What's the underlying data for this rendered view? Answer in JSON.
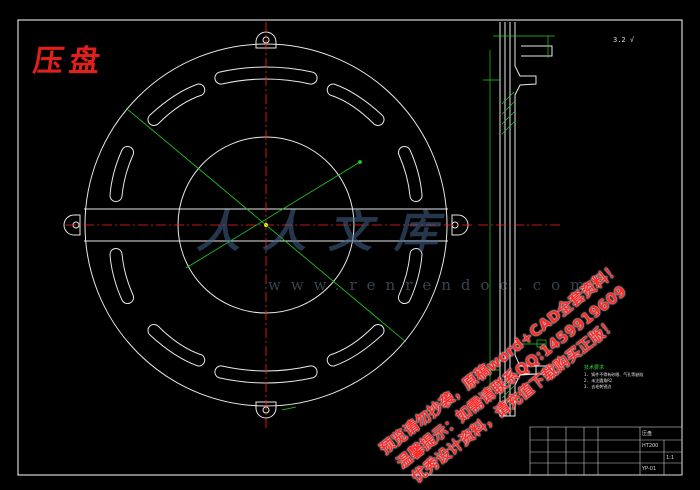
{
  "drawing": {
    "title": "压盘",
    "watermark_site": "www.renrendoc.com",
    "watermark_brand": "人人文库",
    "promo_lines": [
      "预览请勿抄袭，原稿word+CAD全套资料！",
      "温馨提示：如需请联系QQ:1459919609",
      "优秀设计资料，请充值下载购买正版！"
    ],
    "tech_notes": {
      "heading": "技术要求",
      "lines": [
        "1. 铸件不得有砂眼、气孔等缺陷",
        "2. 未注圆角R2",
        "3. 去毛刺锐边"
      ]
    },
    "title_block": {
      "part_name": "压盘",
      "material": "HT200",
      "scale": "1:1",
      "drawing_no": "YP-01"
    },
    "roughness_mark": "3.2 √"
  },
  "colors": {
    "background": "#000000",
    "outline": "#e8e8e8",
    "centerline": "#ff2020",
    "dimension": "#20d020",
    "hatch": "#30c030",
    "border": "#ffffff",
    "title": "#e0201c"
  }
}
